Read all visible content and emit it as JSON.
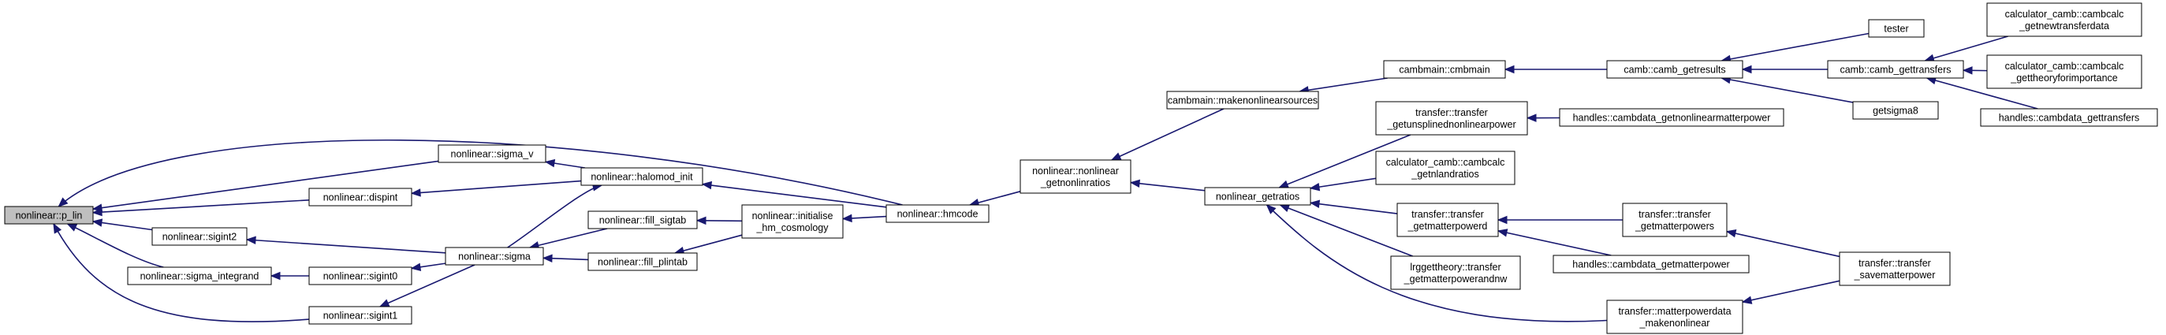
{
  "graph": {
    "nodes": [
      {
        "id": "p_lin",
        "lines": [
          "nonlinear::p_lin"
        ],
        "focus": true
      },
      {
        "id": "sigma_v",
        "lines": [
          "nonlinear::sigma_v"
        ]
      },
      {
        "id": "dispint",
        "lines": [
          "nonlinear::dispint"
        ]
      },
      {
        "id": "sigint2",
        "lines": [
          "nonlinear::sigint2"
        ]
      },
      {
        "id": "sigma_integrand",
        "lines": [
          "nonlinear::sigma_integrand"
        ]
      },
      {
        "id": "sigint1",
        "lines": [
          "nonlinear::sigint1"
        ]
      },
      {
        "id": "halomod_init",
        "lines": [
          "nonlinear::halomod_init"
        ]
      },
      {
        "id": "sigma",
        "lines": [
          "nonlinear::sigma"
        ]
      },
      {
        "id": "sigint0",
        "lines": [
          "nonlinear::sigint0"
        ]
      },
      {
        "id": "fill_sigtab",
        "lines": [
          "nonlinear::fill_sigtab"
        ]
      },
      {
        "id": "fill_plintab",
        "lines": [
          "nonlinear::fill_plintab"
        ]
      },
      {
        "id": "init_hm",
        "lines": [
          "nonlinear::initialise",
          "_hm_cosmology"
        ]
      },
      {
        "id": "hmcode",
        "lines": [
          "nonlinear::hmcode"
        ]
      },
      {
        "id": "nl_get",
        "lines": [
          "nonlinear::nonlinear",
          "_getnonlinratios"
        ]
      },
      {
        "id": "cm_make",
        "lines": [
          "cambmain::makenonlinearsources"
        ]
      },
      {
        "id": "nl_ratios",
        "lines": [
          "nonlinear_getratios"
        ]
      },
      {
        "id": "cm_main",
        "lines": [
          "cambmain::cmbmain"
        ]
      },
      {
        "id": "tr_unspl",
        "lines": [
          "transfer::transfer",
          "_getunsplinednonlinearpower"
        ]
      },
      {
        "id": "cc_nland",
        "lines": [
          "calculator_camb::cambcalc",
          "_getnlandratios"
        ]
      },
      {
        "id": "tr_powerd",
        "lines": [
          "transfer::transfer",
          "_getmatterpowerd"
        ]
      },
      {
        "id": "lrgg",
        "lines": [
          "lrggettheory::transfer",
          "_getmatterpowerandnw"
        ]
      },
      {
        "id": "tr_mpd",
        "lines": [
          "transfer::matterpowerdata",
          "_makenonlinear"
        ]
      },
      {
        "id": "camb_results",
        "lines": [
          "camb::camb_getresults"
        ]
      },
      {
        "id": "h_nlmp",
        "lines": [
          "handles::cambdata_getnonlinearmatterpower"
        ]
      },
      {
        "id": "tr_powers",
        "lines": [
          "transfer::transfer",
          "_getmatterpowers"
        ]
      },
      {
        "id": "h_mp",
        "lines": [
          "handles::cambdata_getmatterpower"
        ]
      },
      {
        "id": "tester",
        "lines": [
          "tester"
        ]
      },
      {
        "id": "camb_trans",
        "lines": [
          "camb::camb_gettransfers"
        ]
      },
      {
        "id": "getsigma8",
        "lines": [
          "getsigma8"
        ]
      },
      {
        "id": "tr_save",
        "lines": [
          "transfer::transfer",
          "_savematterpower"
        ]
      },
      {
        "id": "cc_newtr",
        "lines": [
          "calculator_camb::cambcalc",
          "_getnewtransferdata"
        ]
      },
      {
        "id": "cc_theory",
        "lines": [
          "calculator_camb::cambcalc",
          "_gettheoryforimportance"
        ]
      },
      {
        "id": "h_trans",
        "lines": [
          "handles::cambdata_gettransfers"
        ]
      }
    ],
    "edges": [
      [
        "sigma_v",
        "p_lin"
      ],
      [
        "dispint",
        "p_lin"
      ],
      [
        "sigint2",
        "p_lin"
      ],
      [
        "sigma_integrand",
        "p_lin"
      ],
      [
        "sigint1",
        "p_lin"
      ],
      [
        "hmcode",
        "p_lin"
      ],
      [
        "halomod_init",
        "sigma_v"
      ],
      [
        "halomod_init",
        "dispint"
      ],
      [
        "sigma",
        "sigint2"
      ],
      [
        "sigint0",
        "sigma_integrand"
      ],
      [
        "sigma",
        "sigint0"
      ],
      [
        "sigma",
        "sigint1"
      ],
      [
        "sigma",
        "halomod_init"
      ],
      [
        "hmcode",
        "halomod_init"
      ],
      [
        "fill_sigtab",
        "sigma"
      ],
      [
        "fill_plintab",
        "sigma"
      ],
      [
        "init_hm",
        "fill_sigtab"
      ],
      [
        "init_hm",
        "fill_plintab"
      ],
      [
        "hmcode",
        "init_hm"
      ],
      [
        "nl_get",
        "hmcode"
      ],
      [
        "cm_make",
        "nl_get"
      ],
      [
        "nl_ratios",
        "nl_get"
      ],
      [
        "cm_main",
        "cm_make"
      ],
      [
        "tr_unspl",
        "nl_ratios"
      ],
      [
        "cc_nland",
        "nl_ratios"
      ],
      [
        "tr_powerd",
        "nl_ratios"
      ],
      [
        "lrgg",
        "nl_ratios"
      ],
      [
        "tr_mpd",
        "nl_ratios"
      ],
      [
        "camb_results",
        "cm_main"
      ],
      [
        "h_nlmp",
        "tr_unspl"
      ],
      [
        "tr_powers",
        "tr_powerd"
      ],
      [
        "h_mp",
        "tr_powerd"
      ],
      [
        "tr_save",
        "tr_mpd"
      ],
      [
        "tester",
        "camb_results"
      ],
      [
        "camb_trans",
        "camb_results"
      ],
      [
        "getsigma8",
        "camb_results"
      ],
      [
        "tr_save",
        "tr_powers"
      ],
      [
        "cc_newtr",
        "camb_trans"
      ],
      [
        "cc_theory",
        "camb_trans"
      ],
      [
        "h_trans",
        "camb_trans"
      ]
    ]
  }
}
